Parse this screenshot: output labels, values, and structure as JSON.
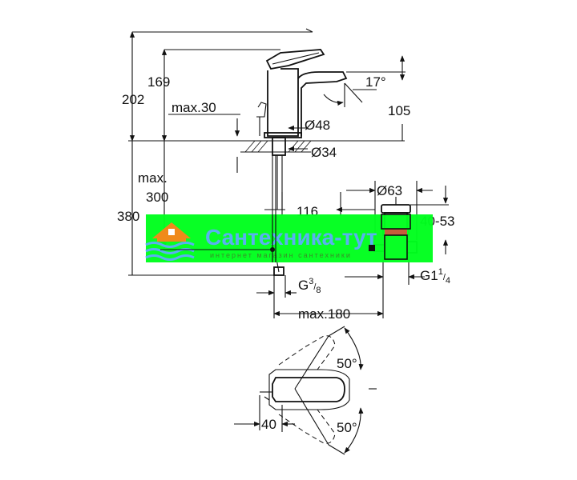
{
  "dimensions": {
    "d169": "169",
    "d202": "202",
    "d17deg": "17°",
    "d105": "105",
    "max30": "max.30",
    "dia48": "Ø48",
    "dia34": "Ø34",
    "max": "max.",
    "d300": "300",
    "d380": "380",
    "d116": "116",
    "dia63": "Ø63",
    "d40_53": "40-53",
    "g38_base": "G",
    "g38_num": "3",
    "g38_den": "8",
    "g114_base": "G1",
    "g114_num": "1",
    "g114_den": "4",
    "max180": "max.180",
    "d50a": "50°",
    "d50b": "50°",
    "d40": "40"
  },
  "watermark": {
    "title": "Сантехника-тут",
    "subtitle": "интернет магазин сантехники",
    "colors": {
      "band": "#00ff1e",
      "text": "#5ab0f0",
      "logo": "#f08a1a",
      "sub": "#3a8e2a"
    }
  }
}
